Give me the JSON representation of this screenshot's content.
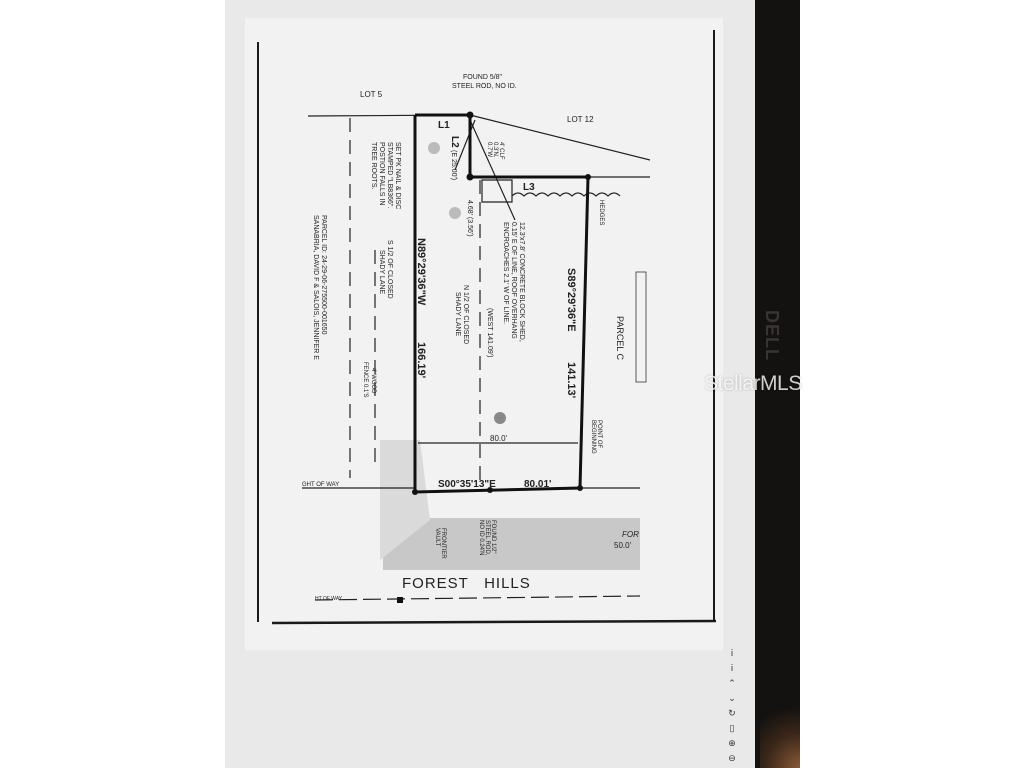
{
  "plat": {
    "found_rod_top": [
      "FOUND 5/8\"",
      "STEEL ROD, NO ID."
    ],
    "lot_5": "LOT 5",
    "lot_12": "LOT 12",
    "l1": "L1",
    "l2": "L2",
    "l3": "L3",
    "e_25": "(E 25.00')",
    "set_pk_nail": [
      "SET PK NAIL & DISC",
      "STAMPED \"LB8366\".",
      "POSTION FALLS IN",
      "TREE ROOTS."
    ],
    "clf": [
      "4' CLF",
      "0.3'N,",
      "0.7'W"
    ],
    "shed_note": [
      "12.3'x7.8' CONCRETE BLOCK SHED,",
      "0.15' E OF LINE, ROOF OVERHANG",
      "ENCROACHES 2.1' W OF LINE."
    ],
    "offset": "4.68' (3.56')",
    "hedges": "HEDGES",
    "west_bearing": "N89°29'36\"W",
    "west_distance": "166.19'",
    "west_record": "(WEST 141.09')",
    "east_bearing": "S89°29'36\"E",
    "east_distance": "141.13'",
    "south_bearing": "S00°35'13\"E",
    "south_distance": "80.01'",
    "width_label": "80.0'",
    "s_half_shady": [
      "S 1/2 OF CLOSED",
      "SHADY LANE"
    ],
    "n_half_shady": [
      "N 1/2 OF CLOSED",
      "SHADY LANE"
    ],
    "parcel_id": [
      "PARCEL ID: 24-29-06-275500-001650",
      "SANABRIA, DAVID F & SALOIS, JENNIFER E"
    ],
    "wood_fence": [
      "4' WOOD",
      "FENCE 0.1'S"
    ],
    "parcel_c": "PARCEL C",
    "point_of_beginning": [
      "POINT OF",
      "BEGINNING"
    ],
    "right_of_way": "GHT OF WAY",
    "right_of_way_bottom": "HT OF WAY",
    "frontier_vault": [
      "FRONTIER",
      "VAULT"
    ],
    "found_rod_bottom": [
      "FOUND 1/2\"",
      "STEEL ROD,",
      "NO ID 0.24'N"
    ],
    "street_name": "FOREST   HILLS",
    "street_label_right": "FOR",
    "street_width": "50.0'"
  },
  "monitor": {
    "brand": "DELL",
    "watermark": "StellarMLS"
  },
  "toolbar": {
    "icons": [
      "page-up-icon",
      "page-down-icon",
      "chevron-up-icon",
      "chevron-down-icon",
      "rotate-icon",
      "document-icon",
      "zoom-in-icon",
      "zoom-out-icon"
    ],
    "glyphs": [
      "ⅰ",
      "ⅰ",
      "⌃",
      "⌄",
      "↻",
      "▯",
      "⊕",
      "⊖"
    ]
  },
  "colors": {
    "ink": "#1a1a1a",
    "paper": "#f1f1f1",
    "road": "#c9c9c9",
    "bezel": "#141211"
  }
}
